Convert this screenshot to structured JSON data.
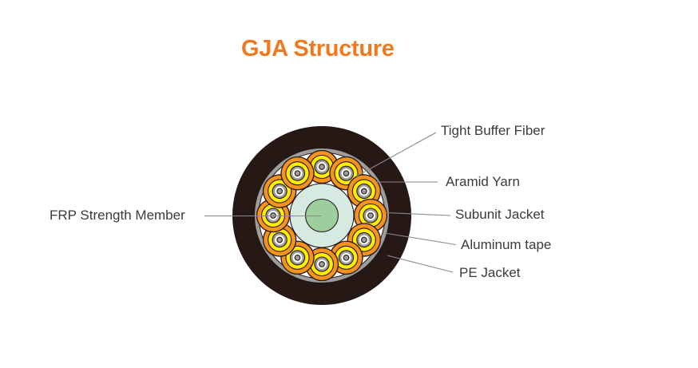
{
  "title": {
    "text": "GJA Structure",
    "color": "#F0791F"
  },
  "labels": {
    "tight_buffer_fiber": "Tight Buffer Fiber",
    "aramid_yarn": "Aramid Yarn",
    "subunit_jacket": "Subunit Jacket",
    "aluminum_tape": "Aluminum tape",
    "pe_jacket": "PE Jacket",
    "frp_strength_member": "FRP Strength Member"
  },
  "diagram": {
    "type": "cable-cross-section",
    "subunit_count": 12,
    "layers_outer_to_inner": [
      "PE Jacket",
      "Aluminum tape",
      "Aramid Yarn",
      "Subunit Jacket",
      "Tight Buffer Fiber",
      "FRP Strength Member"
    ]
  },
  "colors": {
    "pe_jacket": "#261814",
    "aluminum_tape": "#9D9D9C",
    "tube_interior": "#FFFFFF",
    "tube_fill": "#D6EAE1",
    "frp_green": "#9CCF9D",
    "subunit_jacket_orange": "#F6921E",
    "subunit_yellow": "#FFEC00",
    "aramid_gray": "#9D9D9C",
    "fiber_coating_white": "#FFFFFF",
    "fiber_dot": "#9D9D9C",
    "outline": "#231815",
    "leader_line": "#8A8A8A",
    "label_text": "#3B3B3B"
  }
}
